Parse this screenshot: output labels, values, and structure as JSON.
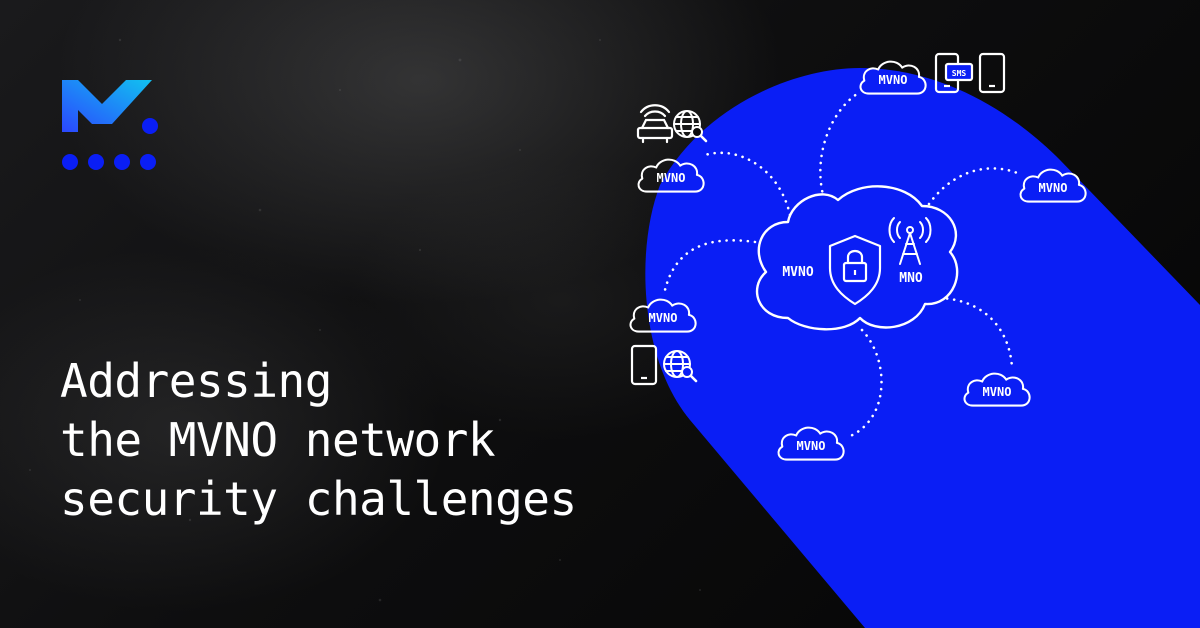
{
  "brand": {
    "accent": "#0a1ef5",
    "logo_gradient": [
      "#2b47ff",
      "#11c2f0"
    ]
  },
  "headline": {
    "lines": [
      "Addressing",
      "the MVNO network",
      "security challenges"
    ]
  },
  "diagram": {
    "central_cloud": {
      "left_label": "MVNO",
      "right_label": "MNO",
      "icons": [
        "shield-lock-icon",
        "cell-tower-icon"
      ]
    },
    "mvno_label": "MVNO",
    "sms_label": "SMS",
    "device_icons": [
      "car-wifi-icon",
      "globe-search-icon",
      "smartphone-icon",
      "sms-phone-icon"
    ]
  }
}
